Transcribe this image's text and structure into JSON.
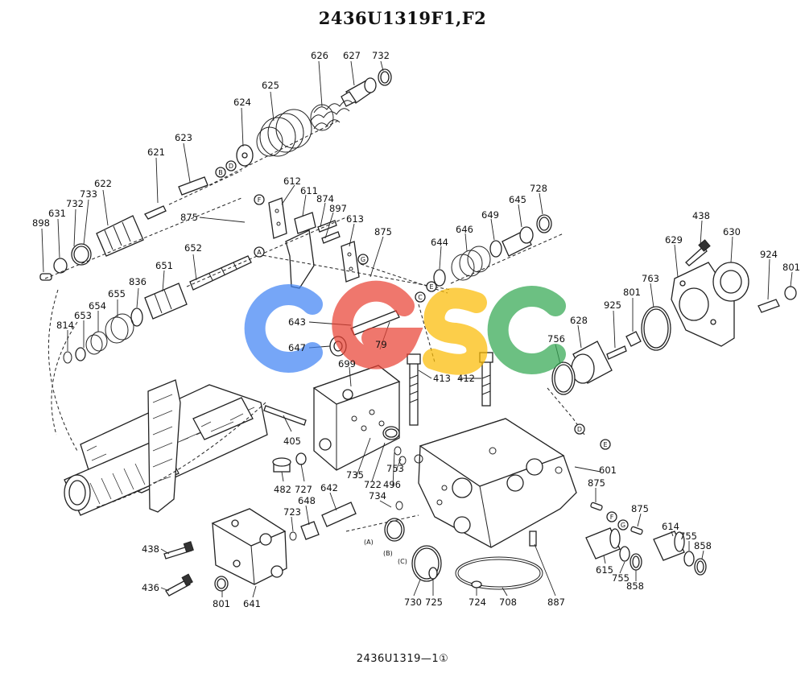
{
  "diagram": {
    "title": "2436U1319F1,F2",
    "footer": "2436U1319—1①",
    "watermark": {
      "letters": [
        "C",
        "G",
        "S",
        "C"
      ],
      "colors": [
        "#4285F4",
        "#EA4335",
        "#FBBC05",
        "#34A853"
      ]
    },
    "callouts": [
      "A",
      "B",
      "C",
      "D",
      "E",
      "F",
      "G"
    ],
    "section_marks": [
      "(A)",
      "(B)",
      "(C)"
    ],
    "part_numbers": [
      "626",
      "627",
      "732",
      "625",
      "624",
      "623",
      "621",
      "622",
      "733",
      "732",
      "631",
      "898",
      "875",
      "612",
      "611",
      "874",
      "897",
      "613",
      "875",
      "652",
      "651",
      "836",
      "655",
      "654",
      "653",
      "814",
      "644",
      "646",
      "649",
      "645",
      "728",
      "438",
      "630",
      "629",
      "924",
      "801",
      "643",
      "647",
      "79",
      "413",
      "412",
      "699",
      "801",
      "925",
      "763",
      "756",
      "628",
      "405",
      "482",
      "727",
      "642",
      "648",
      "723",
      "735",
      "722",
      "496",
      "753",
      "734",
      "601",
      "875",
      "875",
      "614",
      "755",
      "858",
      "615",
      "755",
      "858",
      "438",
      "436",
      "801",
      "641",
      "730",
      "725",
      "724",
      "708",
      "887"
    ]
  }
}
